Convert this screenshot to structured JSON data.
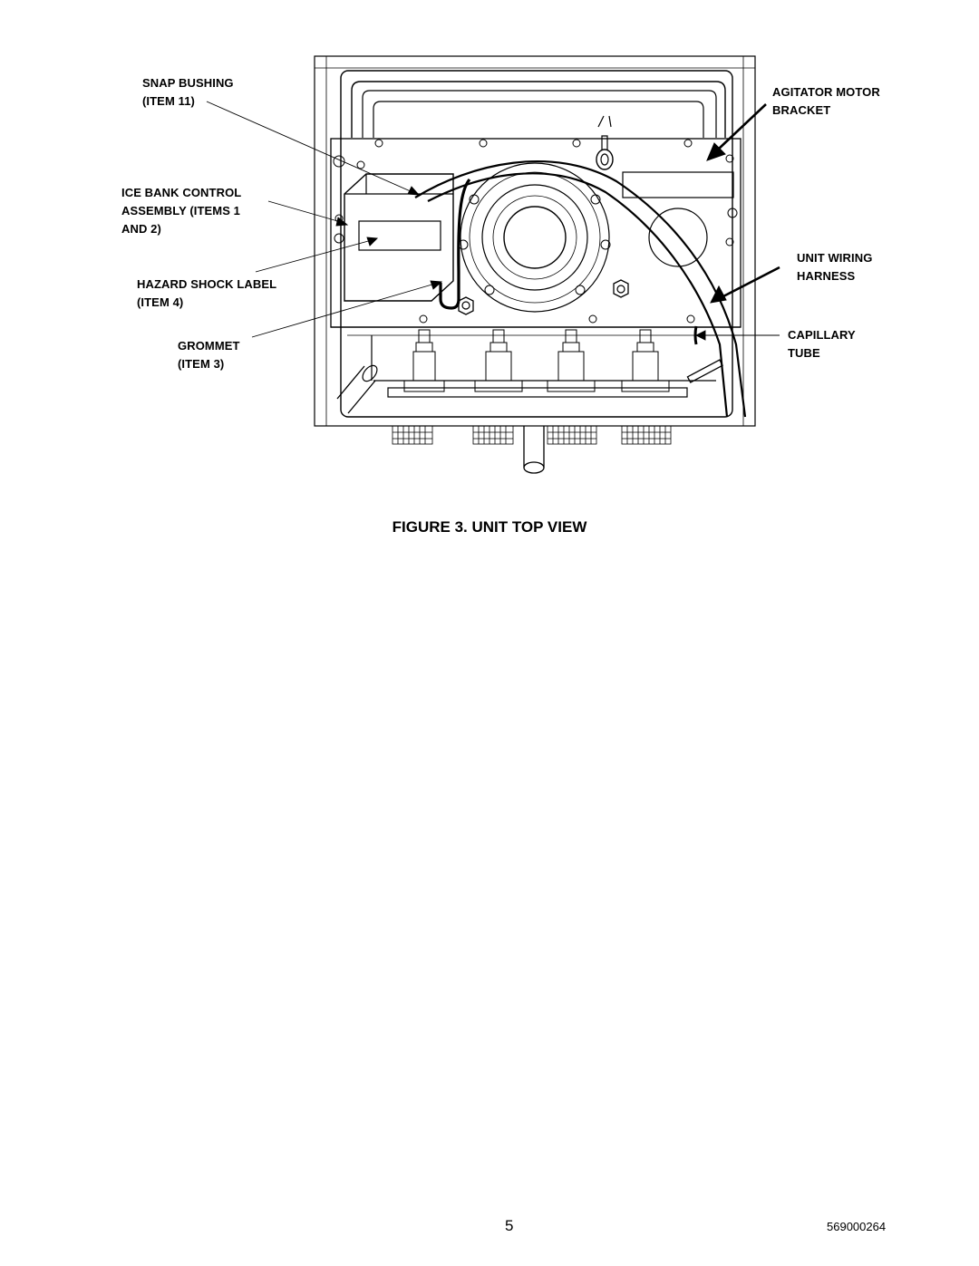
{
  "figure": {
    "caption": "FIGURE 3. UNIT TOP VIEW",
    "callouts": {
      "snap_bushing": [
        "SNAP BUSHING",
        "(ITEM 11)"
      ],
      "ice_bank_control": [
        "ICE BANK CONTROL",
        "ASSEMBLY (ITEMS 1",
        "AND 2)"
      ],
      "hazard_shock_label": [
        "HAZARD SHOCK LABEL",
        "(ITEM 4)"
      ],
      "grommet": [
        "GROMMET",
        "(ITEM 3)"
      ],
      "agitator_motor_bracket": [
        "AGITATOR MOTOR",
        "BRACKET"
      ],
      "unit_wiring_harness": [
        "UNIT WIRING",
        "HARNESS"
      ],
      "capillary_tube": [
        "CAPILLARY",
        "TUBE"
      ]
    }
  },
  "footer": {
    "page_number": "5",
    "document_number": "569000264"
  }
}
